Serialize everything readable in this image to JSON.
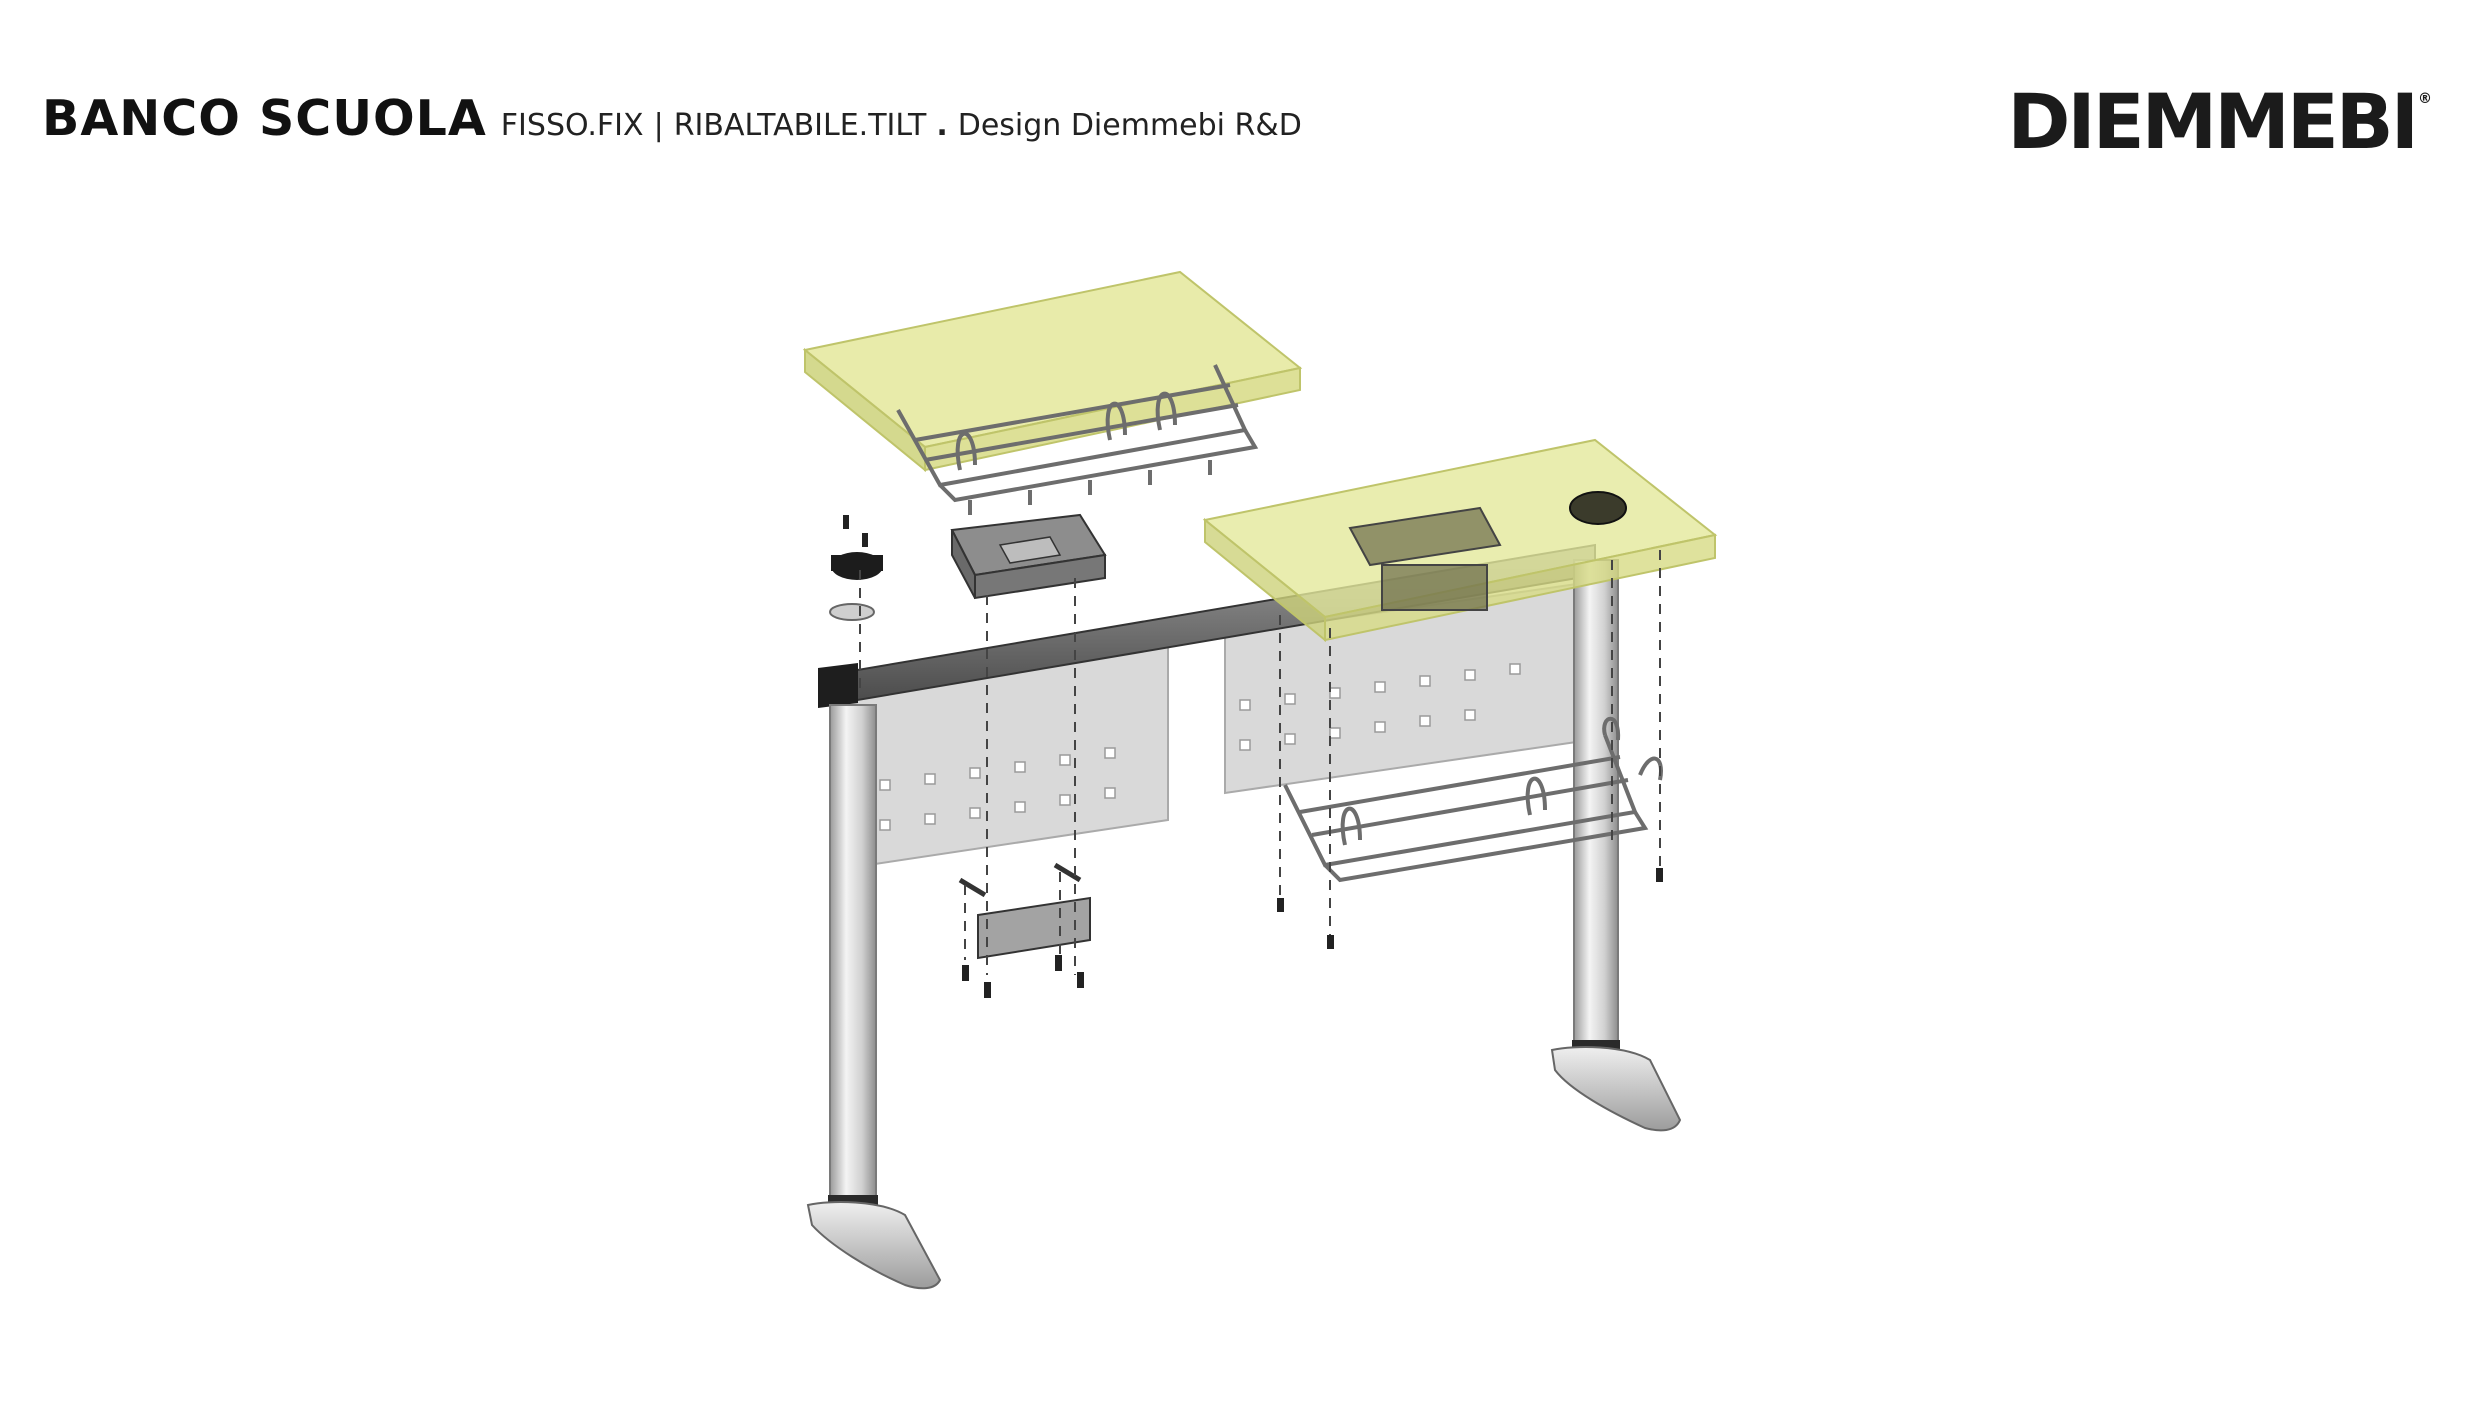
{
  "header": {
    "title": "BANCO SCUOLA",
    "variant_fix": "FISSO.FIX",
    "separator": "|",
    "variant_tilt": "RIBALTABILE.TILT",
    "dot": ".",
    "design_credit": "Design Diemmebi R&D"
  },
  "brand": {
    "logo_text": "DIEMMEBI",
    "registered_mark": "®"
  },
  "colors": {
    "desktop_fill": "#e6ea9c",
    "frame_grey": "#5c5c5c",
    "panel_grey": "#d8d8d8",
    "leg_silver": "#cfcfcf"
  }
}
